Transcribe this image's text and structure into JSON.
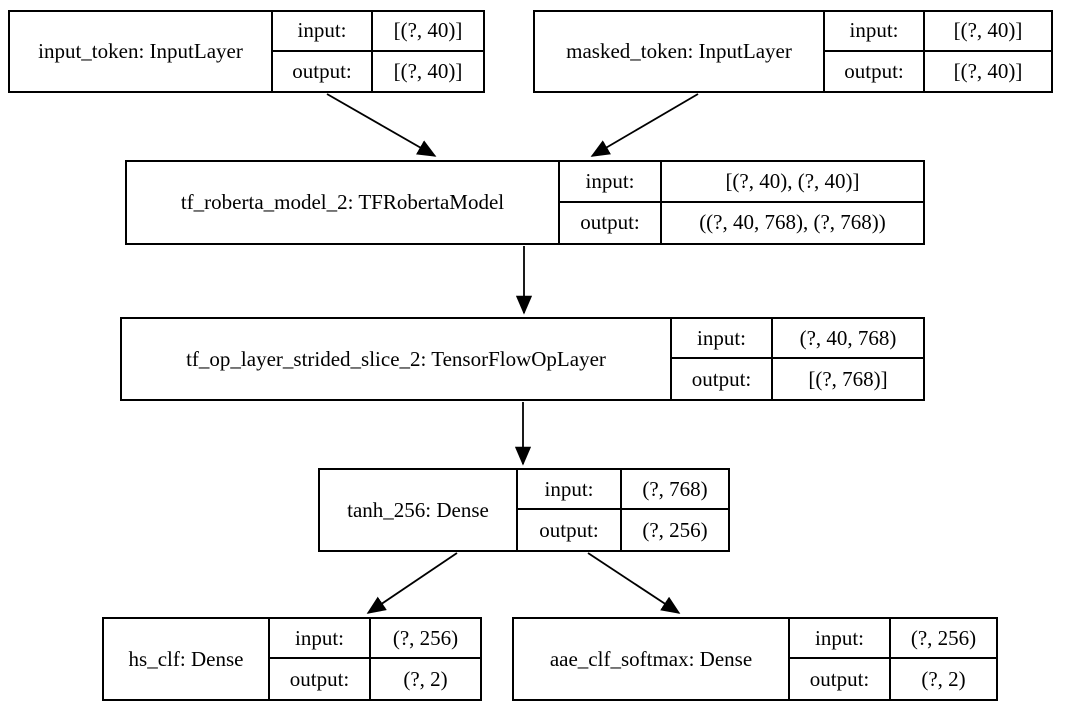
{
  "diagram": {
    "kind": "keras-model-architecture",
    "row_keys": {
      "input": "input:",
      "output": "output:"
    },
    "nodes": [
      {
        "id": "input_token",
        "label": "input_token: InputLayer",
        "input_label": "input:",
        "input_value": "[(?, 40)]",
        "output_label": "output:",
        "output_value": "[(?, 40)]"
      },
      {
        "id": "masked_token",
        "label": "masked_token: InputLayer",
        "input_label": "input:",
        "input_value": "[(?, 40)]",
        "output_label": "output:",
        "output_value": "[(?, 40)]"
      },
      {
        "id": "tf_roberta_model_2",
        "label": "tf_roberta_model_2: TFRobertaModel",
        "input_label": "input:",
        "input_value": "[(?, 40), (?, 40)]",
        "output_label": "output:",
        "output_value": "((?, 40, 768), (?, 768))"
      },
      {
        "id": "tf_op_layer_strided_slice_2",
        "label": "tf_op_layer_strided_slice_2: TensorFlowOpLayer",
        "input_label": "input:",
        "input_value": "(?, 40, 768)",
        "output_label": "output:",
        "output_value": "[(?, 768)]"
      },
      {
        "id": "tanh_256",
        "label": "tanh_256: Dense",
        "input_label": "input:",
        "input_value": "(?, 768)",
        "output_label": "output:",
        "output_value": "(?, 256)"
      },
      {
        "id": "hs_clf",
        "label": "hs_clf: Dense",
        "input_label": "input:",
        "input_value": "(?, 256)",
        "output_label": "output:",
        "output_value": "(?, 2)"
      },
      {
        "id": "aae_clf_softmax",
        "label": "aae_clf_softmax: Dense",
        "input_label": "input:",
        "input_value": "(?, 256)",
        "output_label": "output:",
        "output_value": "(?, 2)"
      }
    ],
    "edges": [
      {
        "from": "input_token",
        "to": "tf_roberta_model_2"
      },
      {
        "from": "masked_token",
        "to": "tf_roberta_model_2"
      },
      {
        "from": "tf_roberta_model_2",
        "to": "tf_op_layer_strided_slice_2"
      },
      {
        "from": "tf_op_layer_strided_slice_2",
        "to": "tanh_256"
      },
      {
        "from": "tanh_256",
        "to": "hs_clf"
      },
      {
        "from": "tanh_256",
        "to": "aae_clf_softmax"
      }
    ],
    "colors": {
      "background": "#ffffff",
      "border": "#000000",
      "text": "#000000",
      "arrow": "#000000"
    }
  }
}
